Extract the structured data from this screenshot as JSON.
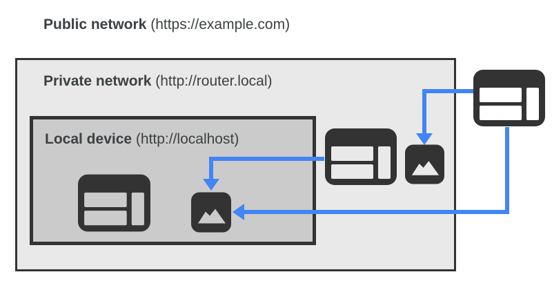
{
  "diagram": {
    "public_network": {
      "name": "Public network",
      "url": "(https://example.com)"
    },
    "private_network": {
      "name": "Private network",
      "url": "(http://router.local)"
    },
    "local_device": {
      "name": "Local device",
      "url": "(http://localhost)"
    }
  },
  "icons": {
    "public_browser": "browser-window-icon",
    "private_browser": "browser-window-icon",
    "local_browser": "browser-window-icon",
    "private_image": "image-resource-icon",
    "local_image": "image-resource-icon"
  },
  "arrows": [
    {
      "from": "public-browser",
      "to": "private-image"
    },
    {
      "from": "public-browser",
      "to": "local-image"
    },
    {
      "from": "private-browser",
      "to": "local-image"
    }
  ],
  "colors": {
    "arrow_blue": "#4285f4",
    "icon_dark": "#333333",
    "private_network_fill": "#e9e9e9",
    "local_device_fill": "#cbcbcb",
    "border": "#333333",
    "text": "#3c4043",
    "background": "#ffffff"
  }
}
